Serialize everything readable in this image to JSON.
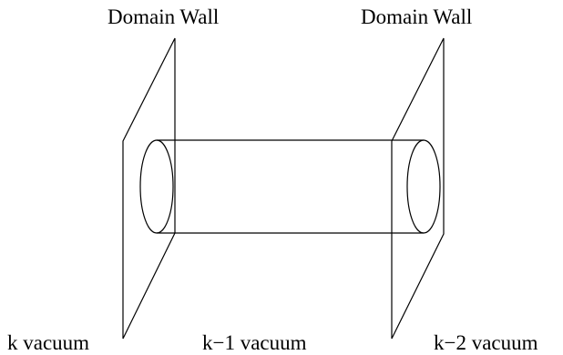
{
  "labels": {
    "left_wall": "Domain Wall",
    "right_wall": "Domain Wall",
    "vacuum_left": "k vacuum",
    "vacuum_middle": "k−1 vacuum",
    "vacuum_right": "k−2 vacuum"
  },
  "colors": {
    "stroke": "#000000",
    "text": "#000000",
    "background": "#ffffff"
  }
}
